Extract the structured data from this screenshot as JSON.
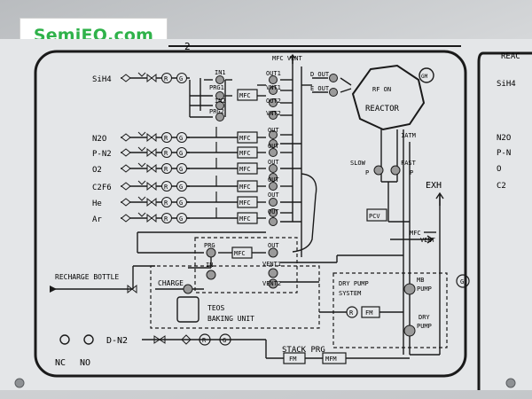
{
  "logo": {
    "text": "SemiEQ.com",
    "color": "#2fb24a"
  },
  "colors": {
    "panel": "#e4e6e8",
    "line": "#1a1a1a",
    "valve": "#9a9a9a"
  },
  "panel": {
    "number": "2",
    "next_panel_label": "REAC",
    "next_panel_gases": [
      "SiH4",
      "N2O",
      "P-N",
      "O",
      "C2"
    ]
  },
  "gas_lines": [
    {
      "label": "SiH4"
    },
    {
      "label": "N2O"
    },
    {
      "label": "P-N2"
    },
    {
      "label": "O2"
    },
    {
      "label": "C2F6"
    },
    {
      "label": "He"
    },
    {
      "label": "Ar"
    }
  ],
  "manifold": {
    "in1": "IN1",
    "prg1": "PRG1",
    "in2": "IN2",
    "prg2": "PRG2",
    "out1": "OUT1",
    "vnt1": "VNT1",
    "out2": "OUT2",
    "vnt2": "VNT2",
    "out": "OUT",
    "mfc": "MFC",
    "mfc_vent": "MFC VENT",
    "d_out": "D OUT",
    "e_out": "E OUT"
  },
  "reactor": {
    "label": "REACTOR",
    "rf_on": "RF ON",
    "gm": "GM",
    "atm": "1ATM",
    "slow_p": [
      "SLOW",
      "P"
    ],
    "fast_p": [
      "FAST",
      "P"
    ],
    "exh": "EXH",
    "pcv": "PCV",
    "mfc_vent": [
      "MFC",
      "VENT"
    ]
  },
  "teos": {
    "prg": "PRG",
    "in": "IN",
    "out": "OUT",
    "vent1": "VENT1",
    "vent2": "VENT2",
    "mfc": "MFC",
    "charge": "CHARGE",
    "recharge": "RECHARGE BOTTLE",
    "unit": [
      "TEOS",
      "BAKING UNIT"
    ]
  },
  "pump": {
    "system": [
      "DRY PUMP",
      "SYSTEM"
    ],
    "mb_pump": [
      "MB",
      "PUMP"
    ],
    "dry_pump": [
      "DRY",
      "PUMP"
    ],
    "fm": "FM",
    "r": "R"
  },
  "bottom": {
    "nc": "NC",
    "no": "NO",
    "d_n2": "D-N2",
    "stack_prg": "STACK PRG",
    "fm": "FM",
    "mfm": "MFM"
  },
  "symbols": {
    "regulator": "R",
    "gauge": "G",
    "mfc": "MFC"
  }
}
